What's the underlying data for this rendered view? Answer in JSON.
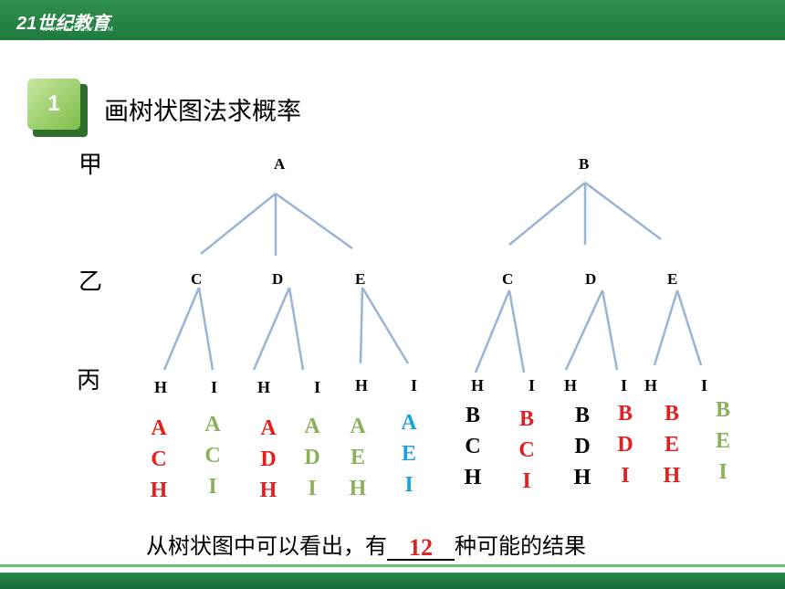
{
  "header": {
    "logo_text": "21世纪教育",
    "logo_sub": "WWW.21CNJY.COM"
  },
  "badge": {
    "number": "1"
  },
  "heading": "画树状图法求概率",
  "row_labels": [
    "甲",
    "乙",
    "丙"
  ],
  "level1": [
    "A",
    "B"
  ],
  "level2": [
    "C",
    "D",
    "E",
    "C",
    "D",
    "E"
  ],
  "level3": [
    "H",
    "I",
    "H",
    "I",
    "H",
    "I",
    "H",
    "I",
    "H",
    "I",
    "H",
    "I"
  ],
  "results": [
    {
      "chars": [
        "A",
        "C",
        "H"
      ],
      "color": "#e02020"
    },
    {
      "chars": [
        "A",
        "C",
        "I"
      ],
      "color": "#8bb05a"
    },
    {
      "chars": [
        "A",
        "D",
        "H"
      ],
      "color": "#e02020"
    },
    {
      "chars": [
        "A",
        "D",
        "I"
      ],
      "color": "#8bb05a"
    },
    {
      "chars": [
        "A",
        "E",
        "H"
      ],
      "color": "#8bb05a"
    },
    {
      "chars": [
        "A",
        "E",
        "I"
      ],
      "color": "#1aa0d8"
    },
    {
      "chars": [
        "B",
        "C",
        "H"
      ],
      "color": "#000000"
    },
    {
      "chars": [
        "B",
        "C",
        "I"
      ],
      "color": "#e02020"
    },
    {
      "chars": [
        "B",
        "D",
        "H"
      ],
      "color": "#000000"
    },
    {
      "chars": [
        "B",
        "D",
        "I"
      ],
      "color": "#e02020"
    },
    {
      "chars": [
        "B",
        "E",
        "H"
      ],
      "color": "#e02020"
    },
    {
      "chars": [
        "B",
        "E",
        "I"
      ],
      "color": "#8bb05a"
    }
  ],
  "conclusion": {
    "prefix": "从树状图中可以看出，有",
    "answer": "12",
    "suffix": "种可能的结果"
  },
  "colors": {
    "branch": "#9ab4d6",
    "header": "#1f7a3e"
  }
}
